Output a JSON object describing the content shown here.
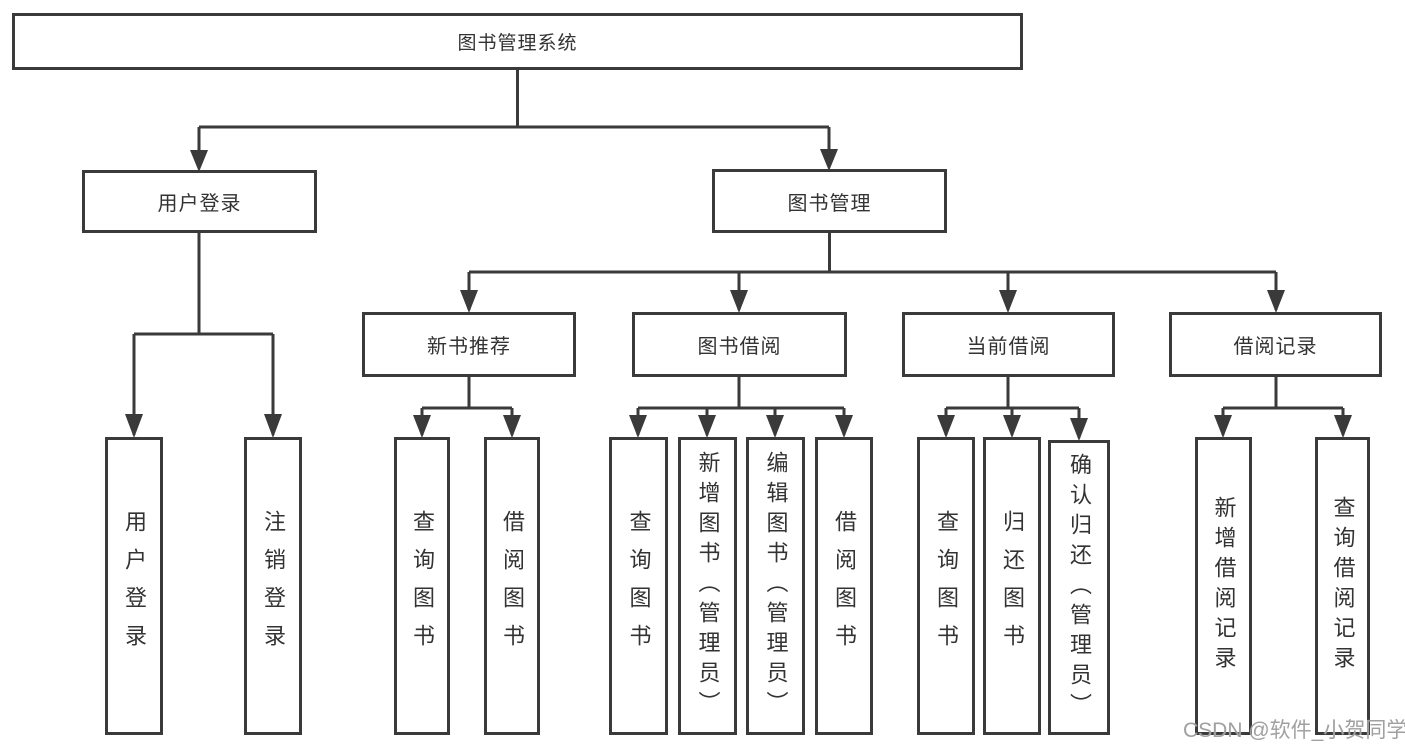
{
  "tree": {
    "root": "图书管理系统",
    "branches": [
      {
        "label": "用户登录",
        "children": [
          "用户登录",
          "注销登录"
        ]
      },
      {
        "label": "图书管理",
        "sections": [
          {
            "label": "新书推荐",
            "children": [
              "查询图书",
              "借阅图书"
            ]
          },
          {
            "label": "图书借阅",
            "children": [
              "查询图书",
              "新增图书（管理员）",
              "编辑图书（管理员）",
              "借阅图书"
            ]
          },
          {
            "label": "当前借阅",
            "children": [
              "查询图书",
              "归还图书",
              "确认归还（管理员）"
            ]
          },
          {
            "label": "借阅记录",
            "children": [
              "新增借阅记录",
              "查询借阅记录"
            ]
          }
        ]
      }
    ]
  },
  "watermark": {
    "text": "CSDN @软件_小贺同学"
  },
  "colors": {
    "line": "#3a3a3a",
    "text": "#333333",
    "watermark": "#a0a0a0",
    "background": "#ffffff"
  }
}
